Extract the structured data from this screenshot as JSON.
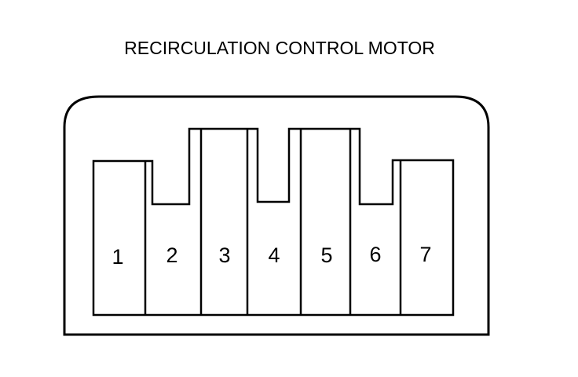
{
  "diagram": {
    "title": "RECIRCULATION CONTROL MOTOR",
    "pins": [
      {
        "number": "1"
      },
      {
        "number": "2"
      },
      {
        "number": "3"
      },
      {
        "number": "4"
      },
      {
        "number": "5"
      },
      {
        "number": "6"
      },
      {
        "number": "7"
      }
    ],
    "colors": {
      "line": "#000000",
      "background": "#ffffff"
    }
  }
}
